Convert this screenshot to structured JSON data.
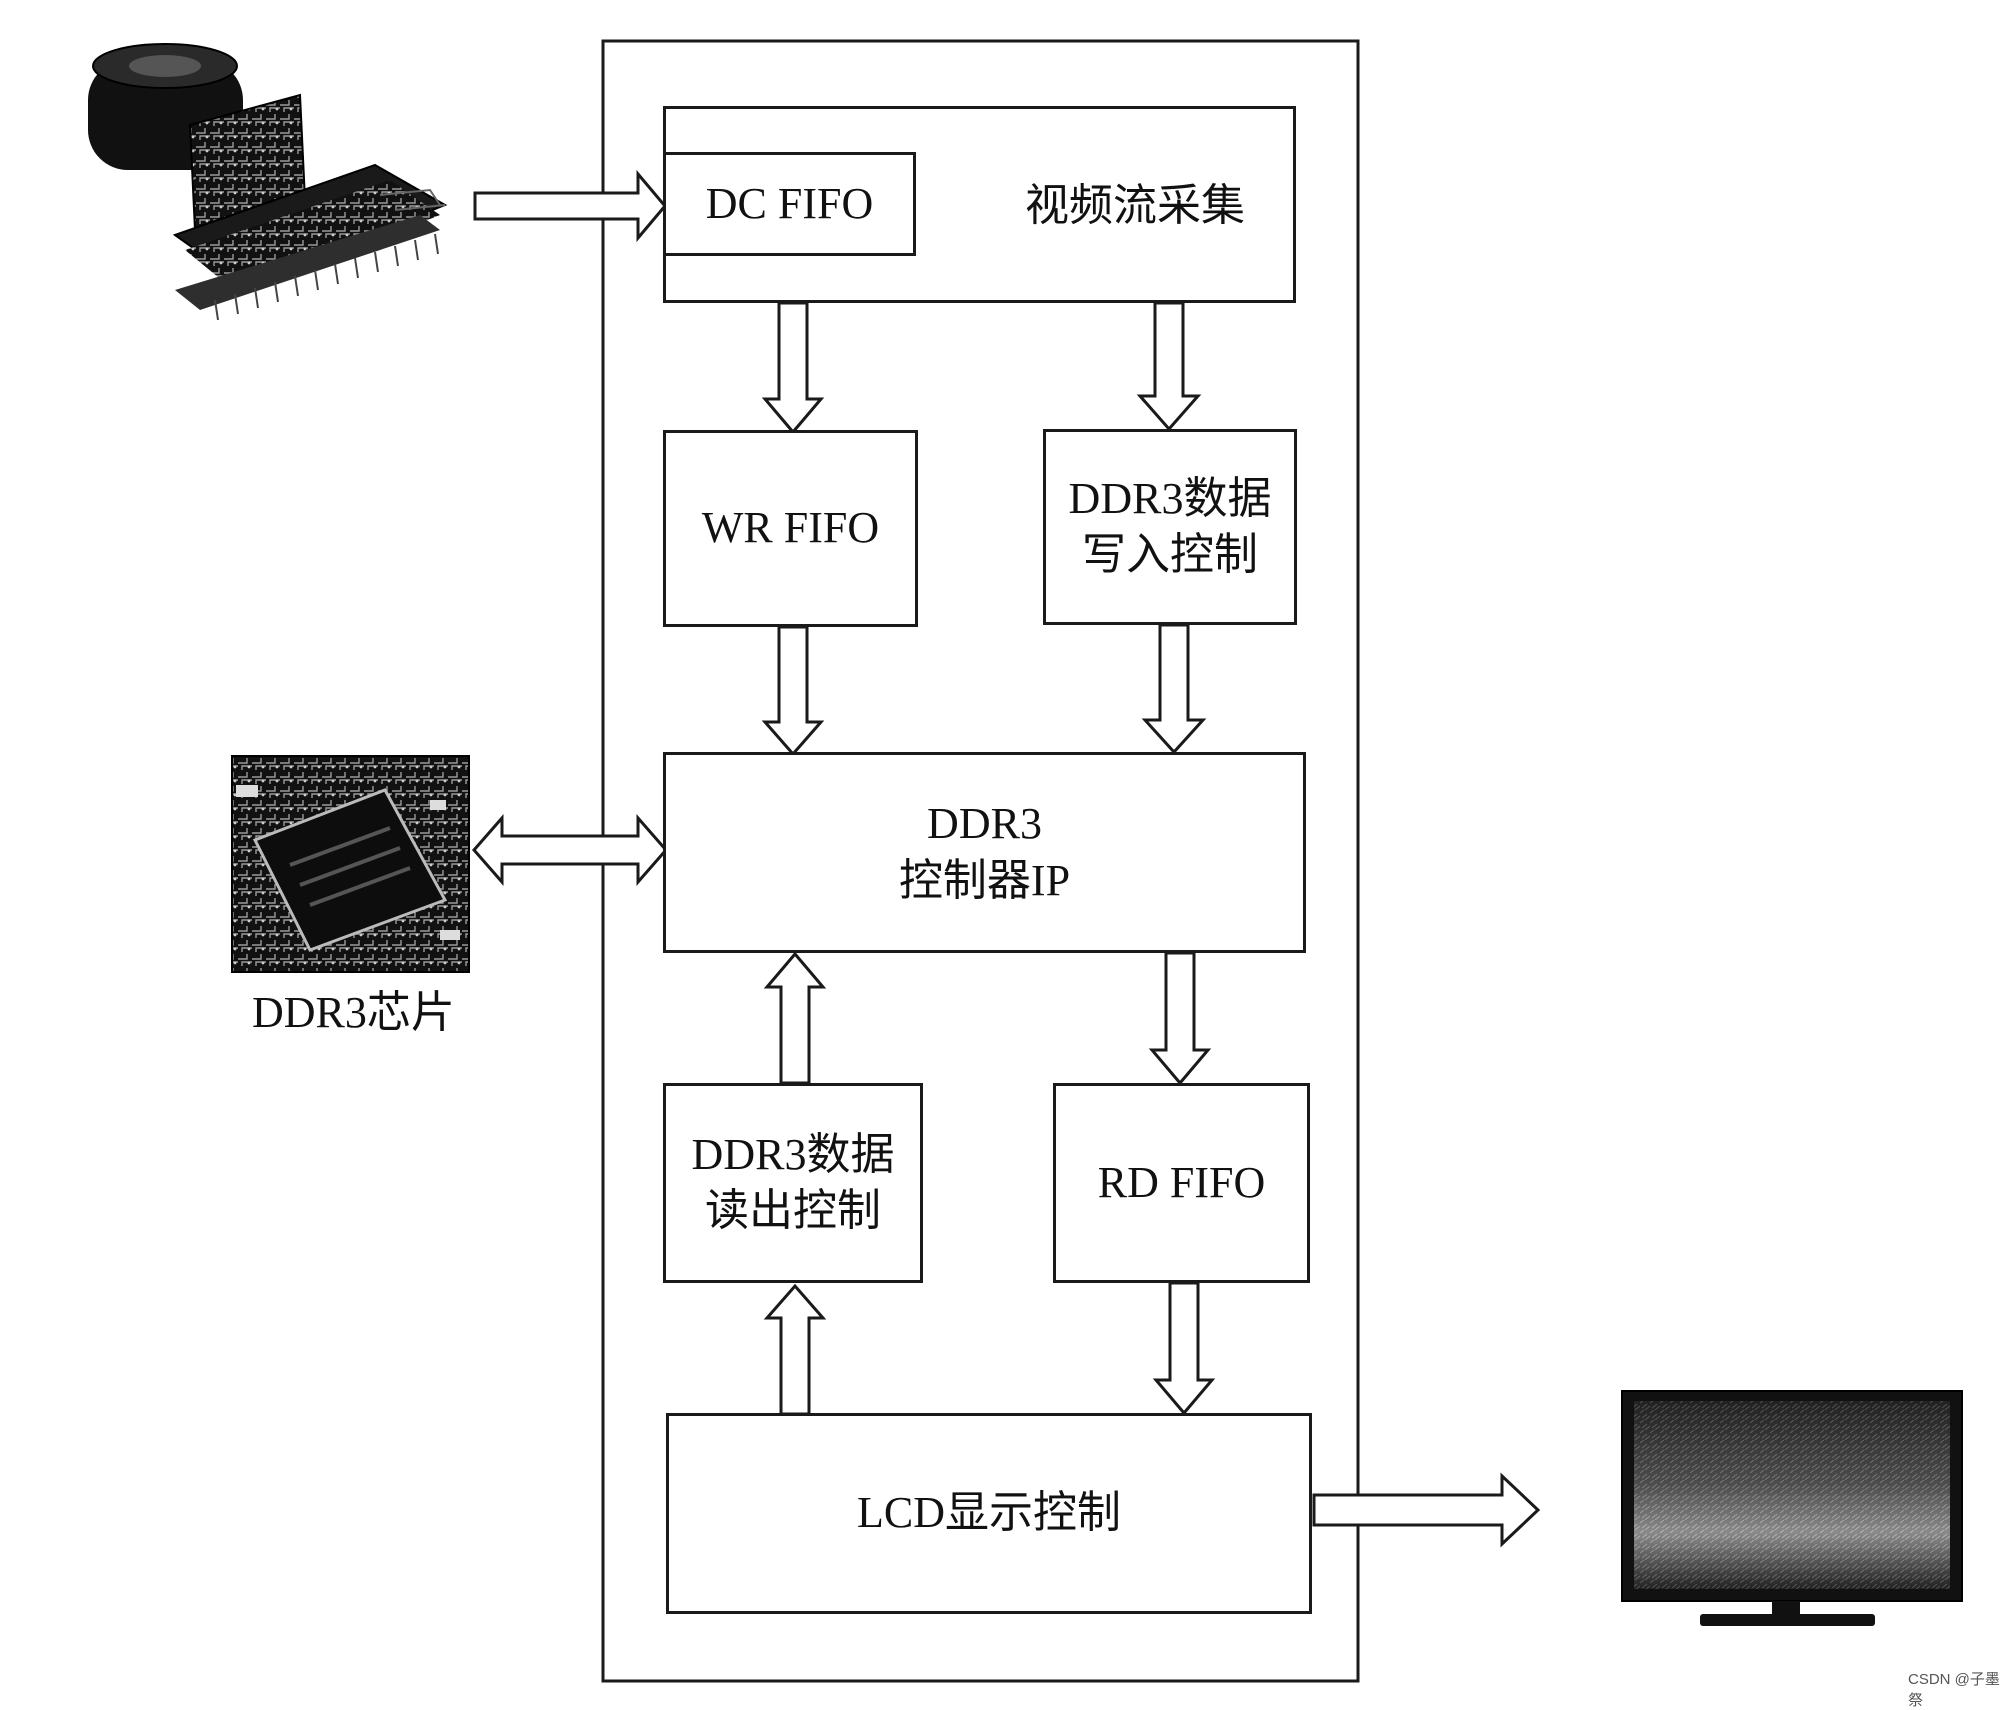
{
  "blocks": {
    "capture": {
      "title": "视频流采集",
      "fifo": "DC FIFO"
    },
    "wr_fifo": "WR FIFO",
    "ddr3_write": [
      "DDR3数据",
      "写入控制"
    ],
    "controller": [
      "DDR3",
      "控制器IP"
    ],
    "ddr3_read": [
      "DDR3数据",
      "读出控制"
    ],
    "rd_fifo": "RD FIFO",
    "lcd": "LCD显示控制"
  },
  "external": {
    "camera": "camera-module",
    "ddr3_chip_label": "DDR3芯片",
    "monitor": "lcd-monitor"
  },
  "watermark": "CSDN @子墨祭"
}
